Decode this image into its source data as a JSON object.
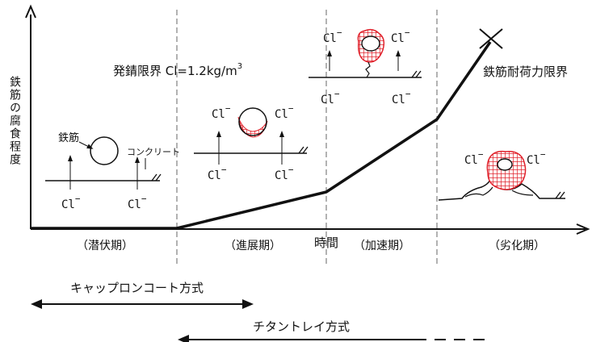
{
  "axes": {
    "y_label": "鉄筋の腐食程度",
    "x_label": "時間"
  },
  "stages": [
    {
      "label": "（潜伏期）"
    },
    {
      "label": "（進展期）"
    },
    {
      "label": "（加速期）"
    },
    {
      "label": "（劣化期）"
    }
  ],
  "annotations": {
    "rust_limit": "発錆限界 Cl=1.2kg/m",
    "rust_limit_sup": "3",
    "load_limit": "鉄筋耐荷力限界",
    "rebar": "鉄筋",
    "concrete": "コンクリート",
    "chloride": "Cl"
  },
  "methods": {
    "cap": "キャップロンコート方式",
    "titanium": "チタントレイ方式"
  },
  "colors": {
    "line": "#111111",
    "corrosion": "#e0212b",
    "dash": "#666666"
  }
}
